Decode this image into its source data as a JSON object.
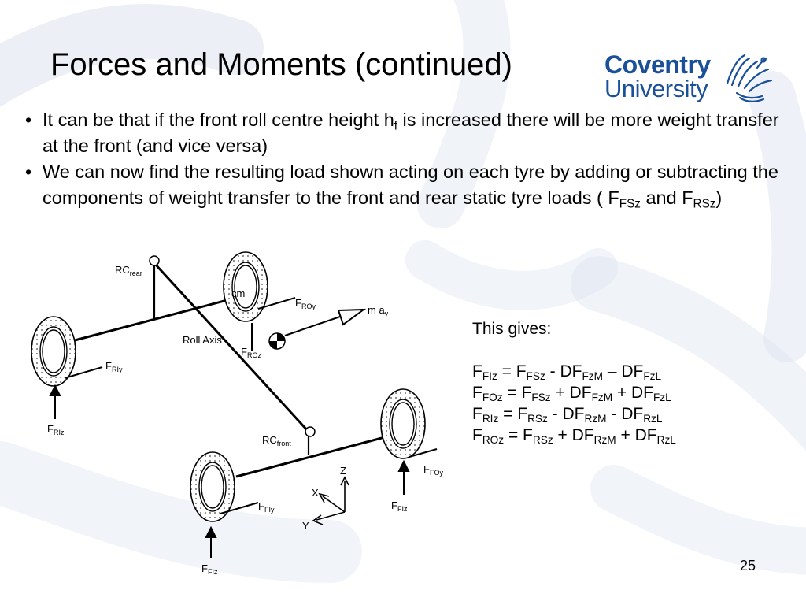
{
  "slide": {
    "title": "Forces and Moments (continued)",
    "logo": {
      "line1": "Coventry",
      "line2": "University",
      "color": "#1a4f9a"
    },
    "bullets": [
      {
        "part1": "It can be that if the front roll centre height h",
        "sub1": "f",
        "part2": " is increased there will be more weight transfer at the front (and vice versa)"
      },
      {
        "part1": "We can now find the resulting load shown acting on each tyre by adding or subtracting the components of weight transfer to the front and rear static tyre loads ( F",
        "sub1": "FSz",
        "part2": " and F",
        "sub2": "RSz",
        "part3": ")"
      }
    ],
    "bullet_char": "•",
    "page_number": "25",
    "background_tint": "#dde4ef"
  },
  "diagram": {
    "labels": {
      "rc_rear": {
        "base": "RC",
        "sub": "rear"
      },
      "rc_front": {
        "base": "RC",
        "sub": "front"
      },
      "cm": "cm",
      "roll_axis": "Roll Axis",
      "m_ay": {
        "base": "m a",
        "sub": "y"
      },
      "f_roy": {
        "base": "F",
        "sub": "ROy"
      },
      "f_roz": {
        "base": "F",
        "sub": "ROz"
      },
      "f_rly": {
        "base": "F",
        "sub": "RIy"
      },
      "f_rlz": {
        "base": "F",
        "sub": "RIz"
      },
      "f_foy": {
        "base": "F",
        "sub": "FOy"
      },
      "f_flz_right": {
        "base": "F",
        "sub": "FIz"
      },
      "f_fly": {
        "base": "F",
        "sub": "FIy"
      },
      "f_flz_bottom": {
        "base": "F",
        "sub": "FIz"
      },
      "axis_x": "X",
      "axis_y": "Y",
      "axis_z": "Z"
    }
  },
  "results": {
    "intro": "This gives:",
    "equations": [
      {
        "lhs": "F",
        "lhs_sub": "FIz",
        "terms": [
          {
            "op": " = F",
            "sub": "FSz"
          },
          {
            "op": " - DF",
            "sub": "FzM"
          },
          {
            "op": " – DF",
            "sub": "FzL"
          }
        ]
      },
      {
        "lhs": "F",
        "lhs_sub": "FOz",
        "terms": [
          {
            "op": " = F",
            "sub": "FSz"
          },
          {
            "op": " + DF",
            "sub": "FzM"
          },
          {
            "op": " + DF",
            "sub": "FzL"
          }
        ]
      },
      {
        "lhs": "F",
        "lhs_sub": "RIz",
        "terms": [
          {
            "op": " = F",
            "sub": "RSz"
          },
          {
            "op": " - DF",
            "sub": "RzM"
          },
          {
            "op": " - DF",
            "sub": "RzL"
          }
        ]
      },
      {
        "lhs": "F",
        "lhs_sub": "ROz",
        "terms": [
          {
            "op": " = F",
            "sub": "RSz"
          },
          {
            "op": " + DF",
            "sub": "RzM"
          },
          {
            "op": " + DF",
            "sub": "RzL"
          }
        ]
      }
    ]
  }
}
